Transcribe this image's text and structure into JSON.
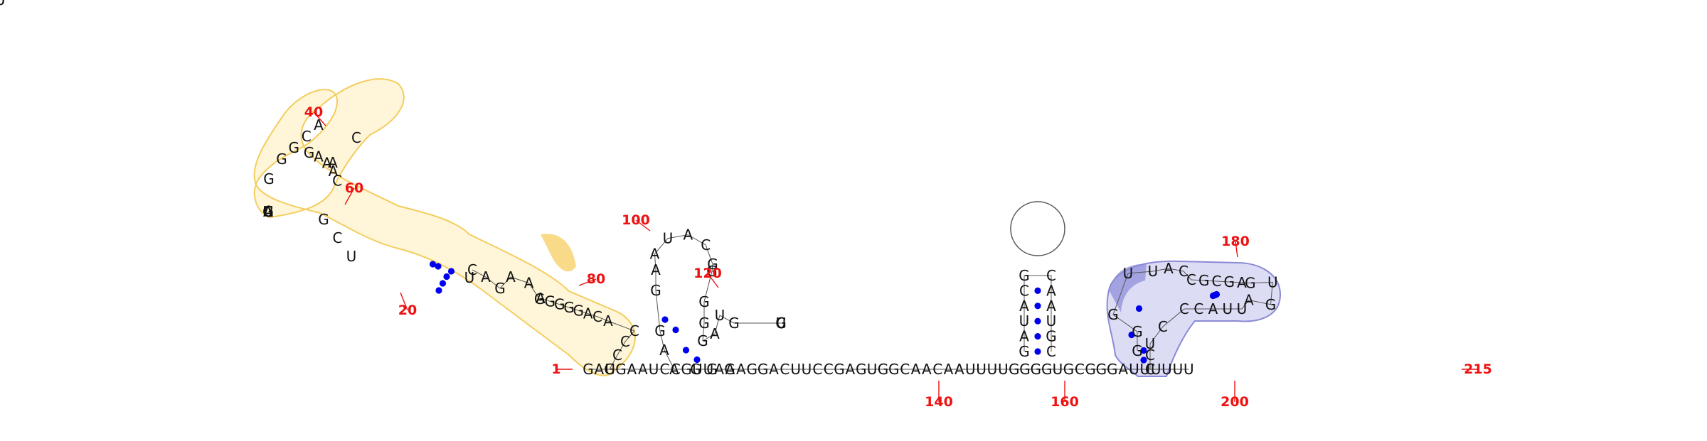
{
  "colors": {
    "pair": "#0000ee",
    "number": "#ee1111",
    "yellow_fill": "#fff6d9",
    "yellow_stroke": "#f3cd5e",
    "yellow_dark": "#f3c23a",
    "blue_fill": "#dcdcf5",
    "blue_stroke": "#8a8ad6",
    "blue_dark": "#8a8ad8"
  },
  "strings": {
    "left": "GCCCACAGGGGAGAAGACUUUCGCAAAGGGCAUCAGGGUUACAAGAGCCCUCGAAGUGGUGCC",
    "upper": "GGGAAGGAAUACGGGGGAUGGGUCUUCC",
    "mid": "CCGCCAAAGUUAAUCC",
    "main": "GAUGAAUCCGUUAAAGGACUUCCGAGUGGCAACAAUUUUGGGGUGCGGGAUUUUUU",
    "hp160": "GAUACGCAAUGC",
    "blue": "GGGUUACCGCGAGUGAUUACCCUCCC"
  },
  "numbers": [
    {
      "label": "1"
    },
    {
      "label": "20"
    },
    {
      "label": "40"
    },
    {
      "label": "60"
    },
    {
      "label": "80"
    },
    {
      "label": "100"
    },
    {
      "label": "120"
    },
    {
      "label": "140"
    },
    {
      "label": "160"
    },
    {
      "label": "180"
    },
    {
      "label": "200"
    },
    {
      "label": "215"
    }
  ]
}
